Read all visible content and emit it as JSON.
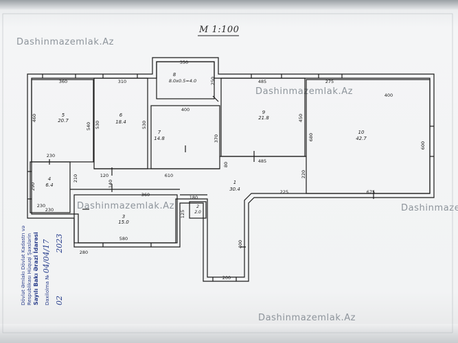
{
  "scale_label": "M 1:100",
  "watermarks": [
    "Dashinmazemlak.Az",
    "Dashinmazemlak.Az",
    "Dashinmazemlak.Az",
    "Dashinmazemlak.Az",
    "Dashinmazemlak.Az"
  ],
  "rooms": [
    {
      "id": "1",
      "area": "30.4"
    },
    {
      "id": "2",
      "area": "2.0"
    },
    {
      "id": "3",
      "area": "15.0"
    },
    {
      "id": "4",
      "area": "6.4"
    },
    {
      "id": "5",
      "area": "20.7"
    },
    {
      "id": "6",
      "area": "18.4"
    },
    {
      "id": "7",
      "area": "14.8"
    },
    {
      "id": "8",
      "area": "8.0x0.5=4.0"
    },
    {
      "id": "9",
      "area": "21.8"
    },
    {
      "id": "10",
      "area": "42.7"
    }
  ],
  "dimensions": [
    "350",
    "360",
    "310",
    "250",
    "485",
    "275",
    "400",
    "400",
    "460",
    "540",
    "530",
    "530",
    "370",
    "450",
    "680",
    "600",
    "230",
    "210",
    "290",
    "120",
    "140",
    "610",
    "280",
    "360",
    "180",
    "125",
    "485",
    "225",
    "675",
    "220",
    "80",
    "580",
    "230",
    "200",
    "400",
    "230"
  ],
  "stamp": {
    "lines": [
      "Dövlət Əmlakı Dövlət Kadastrı və",
      "Respublikası Hüquqi Şəxslərin",
      "Sayılı Bakı Ərazi İdarəsi"
    ],
    "reg_label": "Dаxilоlmа №",
    "reg_number": "04/04/17",
    "date_a": "02",
    "year": "2023"
  },
  "colors": {
    "ink": "#1c1c1c",
    "stamp": "#2b3f8c",
    "watermark": "#8d949b"
  }
}
